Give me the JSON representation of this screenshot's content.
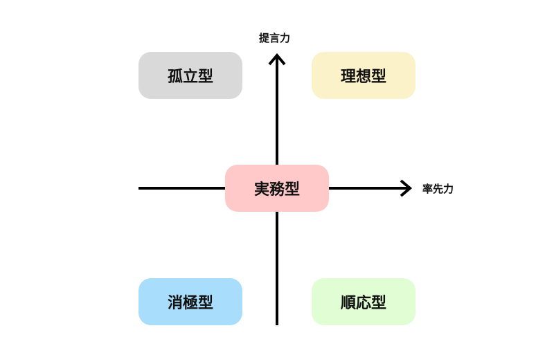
{
  "axes": {
    "vertical_label": "提言力",
    "horizontal_label": "率先力",
    "color": "#000000"
  },
  "quadrants": {
    "top_left": {
      "label": "孤立型",
      "color": "#d9d9d9"
    },
    "top_right": {
      "label": "理想型",
      "color": "#fcf2c9"
    },
    "bottom_left": {
      "label": "消極型",
      "color": "#a8ddfb"
    },
    "bottom_right": {
      "label": "順応型",
      "color": "#e0fdd3"
    }
  },
  "center": {
    "label": "実務型",
    "color": "#ffc9c9"
  }
}
